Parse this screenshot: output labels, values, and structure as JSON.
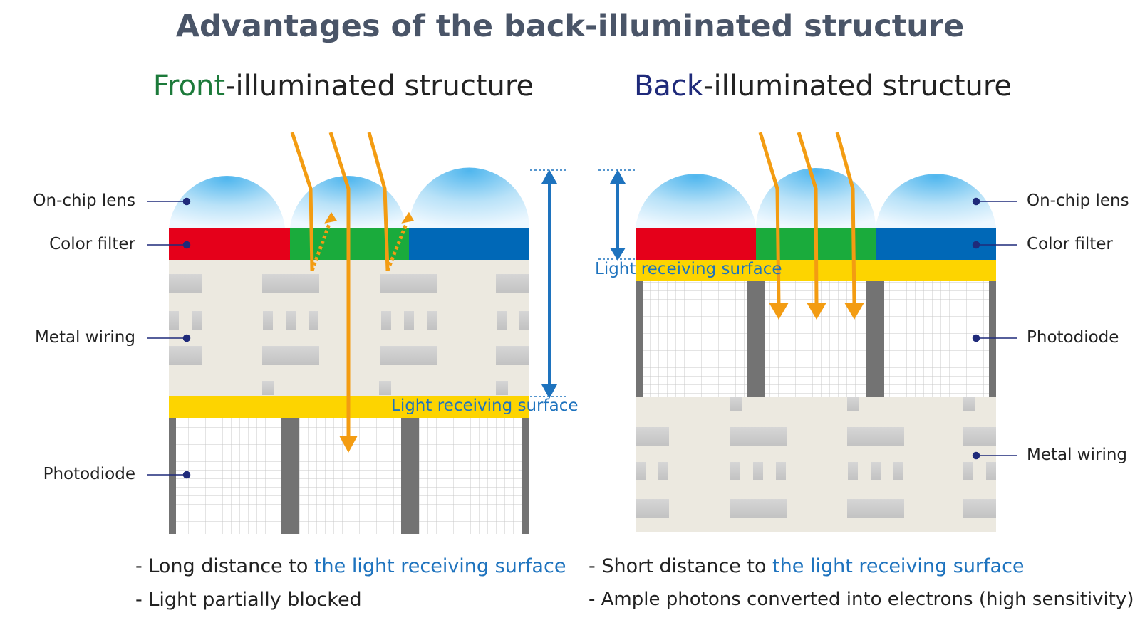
{
  "title": "Advantages of the back-illuminated structure",
  "colors": {
    "front_accent": "#1c7a3a",
    "back_accent": "#1f2a7a",
    "highlight_blue": "#1e73be",
    "red_filter": "#e5001a",
    "green_filter": "#1aab3c",
    "blue_filter": "#0068b7",
    "light_receiving_yellow": "#fdd400",
    "light_arrow_orange": "#f39c12",
    "wiring_layer_bg": "#ece9e0",
    "divider_gray": "#737373"
  },
  "front": {
    "heading_accent": "Front",
    "heading_rest": "-illuminated structure",
    "labels": {
      "lens": "On-chip lens",
      "filter": "Color filter",
      "wiring": "Metal wiring",
      "photodiode": "Photodiode"
    },
    "surface_label": "Light receiving surface",
    "bullet1_prefix": "- Long distance to ",
    "bullet1_highlight": "the light receiving surface",
    "bullet2": "- Light partially blocked"
  },
  "back": {
    "heading_accent": "Back",
    "heading_rest": "-illuminated structure",
    "labels": {
      "lens": "On-chip lens",
      "filter": "Color filter",
      "photodiode": "Photodiode",
      "wiring": "Metal wiring"
    },
    "surface_label": "Light receiving surface",
    "bullet1_prefix": "- Short distance to ",
    "bullet1_highlight": "the light receiving surface",
    "bullet2": "- Ample photons converted into electrons (high sensitivity)"
  }
}
